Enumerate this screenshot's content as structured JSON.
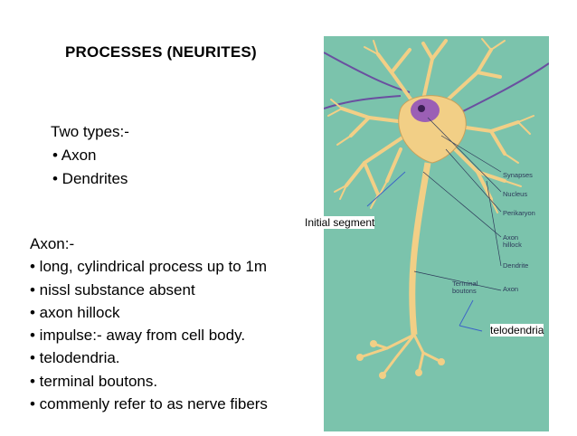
{
  "slide": {
    "title": "PROCESSES (NEURITES)",
    "types_heading": "Two types:-",
    "types": [
      "• Axon",
      "•  Dendrites"
    ],
    "axon_heading": "Axon:-",
    "axon_points": [
      "• long, cylindrical process up to 1m",
      "• nissl substance absent",
      "• axon hillock",
      "• impulse:- away from cell body.",
      "• telodendria.",
      "• terminal boutons.",
      "• commenly refer to as nerve fibers"
    ]
  },
  "figure": {
    "labels": {
      "synapses": "Synapses",
      "nucleus": "Nucleus",
      "perikaryon": "Perikaryon",
      "axon_hillock": "Axon hillock",
      "dendrite": "Dendrite",
      "terminal_boutons": "Terminal boutons",
      "axon": "Axon"
    },
    "callouts": {
      "initial_segment": "Initial segment",
      "telodendria": "telodendria"
    },
    "colors": {
      "background": "#7bc3ac",
      "neuron": "#f2cf86",
      "neuron_edge": "#c9a15a",
      "nucleus": "#9b5fb5",
      "fiber": "#6a4fa0"
    }
  }
}
